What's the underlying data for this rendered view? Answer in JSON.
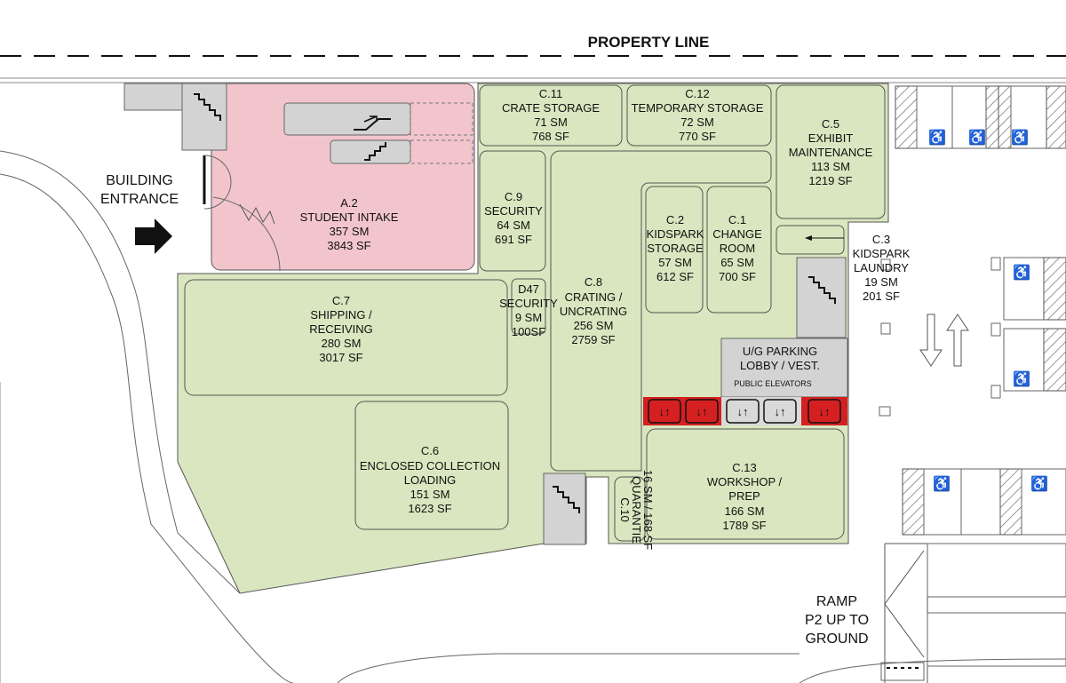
{
  "property_line": "PROPERTY LINE",
  "building_entrance": [
    "BUILDING",
    "ENTRANCE"
  ],
  "ramp": [
    "RAMP",
    "P2 UP TO",
    "GROUND"
  ],
  "rooms": {
    "a2": [
      "A.2",
      "STUDENT INTAKE",
      "357 SM",
      "3843 SF"
    ],
    "c11": [
      "C.11",
      "CRATE STORAGE",
      "71 SM",
      "768 SF"
    ],
    "c12": [
      "C.12",
      "TEMPORARY STORAGE",
      "72 SM",
      "770 SF"
    ],
    "c5": [
      "C.5",
      "EXHIBIT",
      "MAINTENANCE",
      "113 SM",
      "1219 SF"
    ],
    "c9": [
      "C.9",
      "SECURITY",
      "64 SM",
      "691 SF"
    ],
    "c2": [
      "C.2",
      "KIDSPARK",
      "STORAGE",
      "57 SM",
      "612 SF"
    ],
    "c1": [
      "C.1",
      "CHANGE",
      "ROOM",
      "65 SM",
      "700 SF"
    ],
    "c3": [
      "C.3",
      "KIDSPARK",
      "LAUNDRY",
      "19 SM",
      "201 SF"
    ],
    "c7": [
      "C.7",
      "SHIPPING /",
      "RECEIVING",
      "280 SM",
      "3017 SF"
    ],
    "d47": [
      "D47",
      "SECURITY",
      "9 SM",
      "100SF"
    ],
    "c8": [
      "C.8",
      "CRATING /",
      "UNCRATING",
      "256 SM",
      "2759 SF"
    ],
    "lobby": [
      "U/G PARKING",
      "LOBBY / VEST."
    ],
    "lobby_sub": "PUBLIC ELEVATORS",
    "c6": [
      "C.6",
      "ENCLOSED COLLECTION",
      "LOADING",
      "151 SM",
      "1623 SF"
    ],
    "c13": [
      "C.13",
      "WORKSHOP /",
      "PREP",
      "166 SM",
      "1789 SF"
    ],
    "c10": [
      "C.10",
      "QUARANTIE",
      "16 SM / 168 SF"
    ]
  },
  "elevators": [
    {
      "glyph": "↓↑",
      "kind": "freight"
    },
    {
      "glyph": "↓↑",
      "kind": "freight"
    },
    {
      "glyph": "↓↑",
      "kind": "public"
    },
    {
      "glyph": "↓↑",
      "kind": "public"
    },
    {
      "glyph": "↓↑",
      "kind": "freight"
    }
  ],
  "colors": {
    "room_fill": "#d9e6bf",
    "intake_fill": "#f2c5cc",
    "service_grey": "#d3d3d3",
    "freight_elevator": "#d42020",
    "public_elevator": "#d9d9d9"
  },
  "icons": {
    "entrance": "arrow-right-icon",
    "accessible": "wheelchair-icon",
    "escalator": "escalator-icon",
    "stairs": "stairs-icon",
    "traffic": "traffic-arrow-icon"
  }
}
